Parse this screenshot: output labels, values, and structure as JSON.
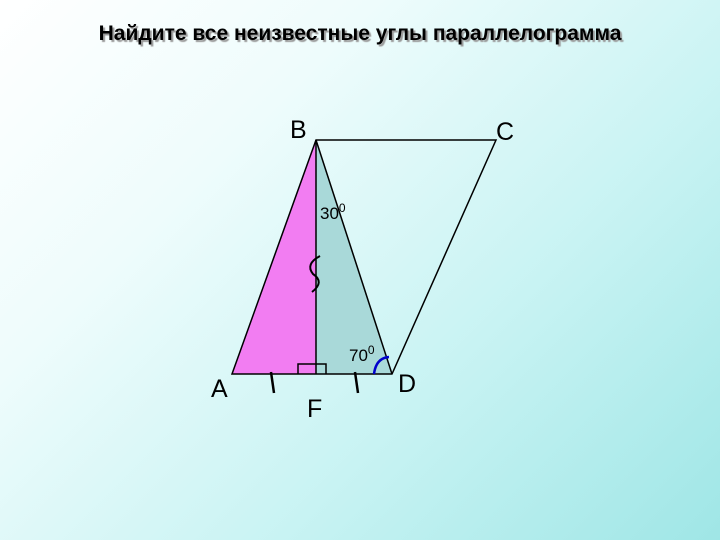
{
  "title": "Найдите все неизвестные углы параллелограмма",
  "points": {
    "A": "A",
    "B": "B",
    "C": "C",
    "D": "D",
    "F": "F"
  },
  "angles": {
    "angle_ABF": {
      "value": "30",
      "unit": "0"
    },
    "angle_D": {
      "value": "70",
      "unit": "0"
    }
  },
  "colors": {
    "triangle_ABF": "#f27df2",
    "triangle_BFD": "#a9d9d9",
    "angle_arc": "#0000cc"
  }
}
